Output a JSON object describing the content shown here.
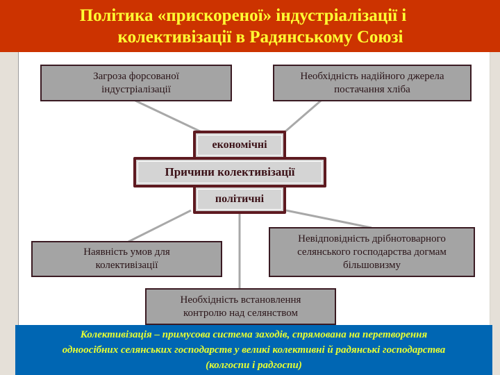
{
  "title": {
    "line1": "Політика «прискореної» індустріалізації і",
    "line2": "колективізації в Радянському Союзі"
  },
  "colors": {
    "title_bg": "#cc3300",
    "title_text": "#ffff33",
    "box_fill": "#a4a4a4",
    "box_border": "#3a1a22",
    "center_fill": "#d4d4d4",
    "center_border": "#5e1a20",
    "definition_bg": "#0066b3",
    "definition_text": "#e8ff33",
    "connector": "#a8a8a8"
  },
  "diagram": {
    "center": {
      "top_label": "економічні",
      "main_label": "Причини колективізації",
      "bottom_label": "політичні"
    },
    "economic_causes": [
      {
        "line1": "Загроза форсованої",
        "line2": "індустріалізації"
      },
      {
        "line1": "Необхідність надійного джерела",
        "line2": "постачання хліба"
      }
    ],
    "political_causes": [
      {
        "line1": "Наявність умов для",
        "line2": "колективізації"
      },
      {
        "line1": "Невідповідність дрібнотоварного",
        "line2": "селянського господарства догмам",
        "line3": "більшовизму"
      },
      {
        "line1": "Необхідність встановлення",
        "line2": "контролю над селянством"
      }
    ]
  },
  "definition": {
    "line1": "Колективізація – примусова система заходів, спрямована на перетворення",
    "line2": "одноосібних селянських господарств у великі колективні й радянські господарства",
    "line3": "(колгоспи і радгоспи)"
  }
}
